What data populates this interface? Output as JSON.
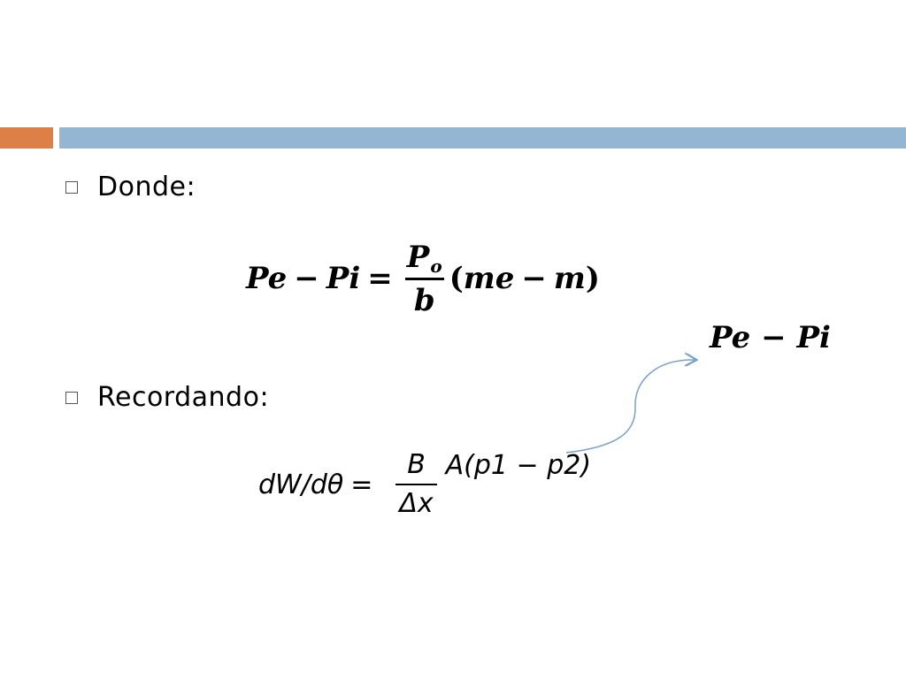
{
  "colors": {
    "accent_orange": "#dd8047",
    "accent_blue": "#94b6d2",
    "arrow": "#7aa0c8",
    "text": "#000000"
  },
  "bullets": {
    "icon": "square-outline-icon",
    "donde": "Donde:",
    "recordando": "Recordando:"
  },
  "equation1": {
    "lhs_a": "Pe",
    "minus": "−",
    "lhs_b": "Pi",
    "equals": "=",
    "num": "P",
    "num_sub": "o",
    "den": "b",
    "rhs_open": "(",
    "rhs_a": "me",
    "rhs_minus": "−",
    "rhs_b": "m",
    "rhs_close": ")"
  },
  "equation2": {
    "text": "Pe − Pi"
  },
  "equation3": {
    "lhs": "dW/dθ",
    "equals": "=",
    "num": "B",
    "den": "Δx",
    "rhs": "A(p1 − p2)"
  }
}
